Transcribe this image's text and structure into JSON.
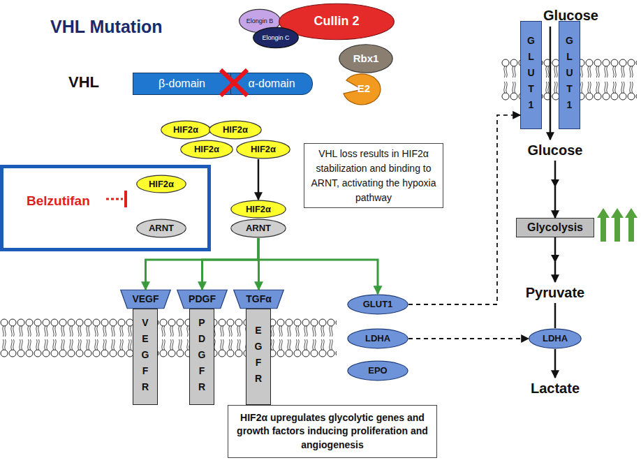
{
  "diagram": {
    "title": "VHL Mutation",
    "nodes": [
      {
        "text": [
          "Elongin B"
        ]
      },
      {
        "text": [
          "Cullin 2"
        ]
      },
      {
        "text": [
          "Elongin C"
        ]
      },
      {
        "text": [
          "Rbx1"
        ]
      },
      {
        "text": [
          "β-domain"
        ]
      },
      {
        "text": [
          "α-domain"
        ]
      },
      {
        "text": [
          "E2"
        ]
      },
      {
        "text": [
          "HIF2α"
        ]
      },
      {
        "text": [
          "HIF2α"
        ]
      },
      {
        "text": [
          "HIF2α"
        ]
      },
      {
        "text": [
          "HIF2α"
        ]
      },
      {
        "text": [
          "VHL loss results in HIF2α stabilization and binding to ARNT, activating the hypoxia pathway"
        ]
      },
      {
        "text": [
          "Belzutifan"
        ]
      },
      {
        "text": [
          "HIF2α"
        ],
        "in": 12
      },
      {
        "text": [
          "ARNT"
        ],
        "in": 12
      },
      {
        "text": [
          "HIF2α"
        ]
      },
      {
        "text": [
          "ARNT"
        ]
      },
      {
        "text": [
          "VEGF"
        ]
      },
      {
        "text": [
          "VEGFR"
        ]
      },
      {
        "text": [
          "PDGF"
        ]
      },
      {
        "text": [
          "PDGFR"
        ]
      },
      {
        "text": [
          "TGFα"
        ]
      },
      {
        "text": [
          "EGFR"
        ]
      },
      {
        "text": [
          "GLUT1"
        ]
      },
      {
        "text": [
          "LDHA"
        ]
      },
      {
        "text": [
          "EPO"
        ]
      },
      {
        "text": [
          "HIF2α upregulates glycolytic genes and growth factors inducing proliferation and angiogenesis"
        ]
      },
      {
        "text": [
          "Glucose"
        ]
      },
      {
        "text": [
          "GLUT1"
        ]
      },
      {
        "text": [
          "GLUT1"
        ]
      },
      {
        "text": [
          "Glucose"
        ]
      },
      {
        "text": [
          "Glycolysis"
        ]
      },
      {
        "text": [
          "Pyruvate"
        ]
      },
      {
        "text": [
          "LDHA"
        ]
      },
      {
        "text": [
          "Lactate"
        ]
      }
    ],
    "edges": [
      {
        "from": 10,
        "to": 15,
        "arrow": "to"
      },
      {
        "from": 16,
        "to": 17,
        "arrow": "to"
      },
      {
        "from": 16,
        "to": 19,
        "arrow": "to"
      },
      {
        "from": 16,
        "to": 21,
        "arrow": "to"
      },
      {
        "from": 16,
        "to": 23,
        "arrow": "to"
      },
      {
        "from": 23,
        "to": 28,
        "arrow": "to"
      },
      {
        "from": 24,
        "to": 33,
        "arrow": "to"
      },
      {
        "from": 27,
        "to": 30,
        "arrow": "to"
      },
      {
        "from": 30,
        "to": 31,
        "arrow": "to"
      },
      {
        "from": 31,
        "to": 32,
        "arrow": "to"
      },
      {
        "from": 32,
        "to": 33,
        "arrow": "none"
      },
      {
        "from": 33,
        "to": 34,
        "arrow": "to"
      }
    ],
    "labels": [
      "VHL"
    ]
  }
}
